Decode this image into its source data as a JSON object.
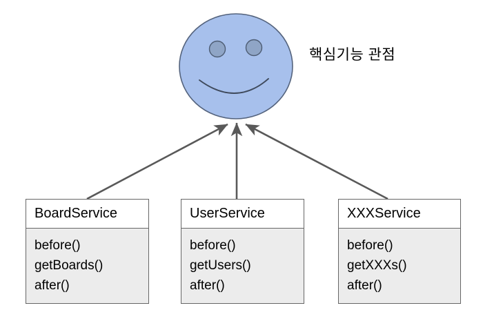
{
  "diagram": {
    "title_label": "핵심기능 관점",
    "colors": {
      "face_fill": "#a7c0ec",
      "face_stroke": "#54637d",
      "eye_fill": "#8fa5c6",
      "eye_stroke": "#4d5c73",
      "mouth_stroke": "#3f4a5c",
      "arrow": "#595959",
      "box_border": "#666666",
      "box_header_bg": "#ffffff",
      "box_body_bg": "#ececec",
      "text": "#000000"
    },
    "face": {
      "name": "smiley-face",
      "left_eye": "left-eye",
      "right_eye": "right-eye",
      "mouth": "smile-mouth"
    },
    "arrows": [
      {
        "name": "arrow-board-service-to-face",
        "from": "BoardService",
        "to": "smiley-face"
      },
      {
        "name": "arrow-user-service-to-face",
        "from": "UserService",
        "to": "smiley-face"
      },
      {
        "name": "arrow-xxx-service-to-face",
        "from": "XXXService",
        "to": "smiley-face"
      }
    ],
    "classes": [
      {
        "name": "BoardService",
        "methods": [
          "before()",
          "getBoards()",
          "after()"
        ]
      },
      {
        "name": "UserService",
        "methods": [
          "before()",
          "getUsers()",
          "after()"
        ]
      },
      {
        "name": "XXXService",
        "methods": [
          "before()",
          "getXXXs()",
          "after()"
        ]
      }
    ]
  }
}
